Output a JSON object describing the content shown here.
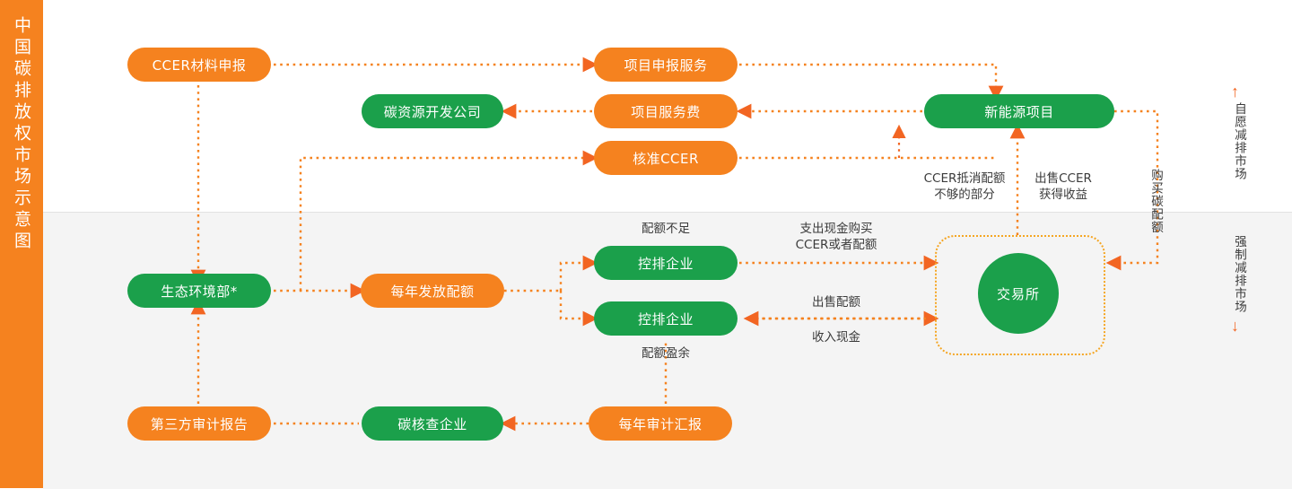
{
  "sidebar": {
    "title": "中国碳排放权市场示意图",
    "bg": "#f5821f"
  },
  "colors": {
    "orange": "#f5821f",
    "green": "#1ba04b",
    "amber": "#f5a623",
    "label": "#3b3b3b",
    "band_bottom": "#f4f4f4"
  },
  "nodes": [
    {
      "id": "ccer-apply",
      "label": "CCER材料申报",
      "color": "orange"
    },
    {
      "id": "carbon-dev-co",
      "label": "碳资源开发公司",
      "color": "green"
    },
    {
      "id": "project-service",
      "label": "项目申报服务",
      "color": "orange"
    },
    {
      "id": "service-fee",
      "label": "项目服务费",
      "color": "orange"
    },
    {
      "id": "approve-ccer",
      "label": "核准CCER",
      "color": "orange"
    },
    {
      "id": "new-energy",
      "label": "新能源项目",
      "color": "green"
    },
    {
      "id": "moe",
      "label": "生态环境部*",
      "color": "green"
    },
    {
      "id": "annual-quota",
      "label": "每年发放配额",
      "color": "orange"
    },
    {
      "id": "company-1",
      "label": "控排企业",
      "color": "green"
    },
    {
      "id": "company-2",
      "label": "控排企业",
      "color": "green"
    },
    {
      "id": "third-party",
      "label": "第三方审计报告",
      "color": "orange"
    },
    {
      "id": "verify-co",
      "label": "碳核查企业",
      "color": "green"
    },
    {
      "id": "annual-audit",
      "label": "每年审计汇报",
      "color": "orange"
    },
    {
      "id": "exchange",
      "label": "交易所",
      "color": "green"
    }
  ],
  "edge_labels": {
    "ccer_offset": "CCER抵消配额\n不够的部分",
    "sell_ccer": "出售CCER\n获得收益",
    "buy_carbon_quota": "购买碳配额",
    "quota_shortage": "配额不足",
    "quota_surplus": "配额盈余",
    "pay_cash": "支出现金购买\nCCER或者配额",
    "sell_quota": "出售配额",
    "receive_cash": "收入现金"
  },
  "market_bands": {
    "voluntary": {
      "label": "自愿减排市场",
      "arrow": "↑"
    },
    "mandatory": {
      "label": "强制减排市场",
      "arrow": "↓"
    }
  }
}
